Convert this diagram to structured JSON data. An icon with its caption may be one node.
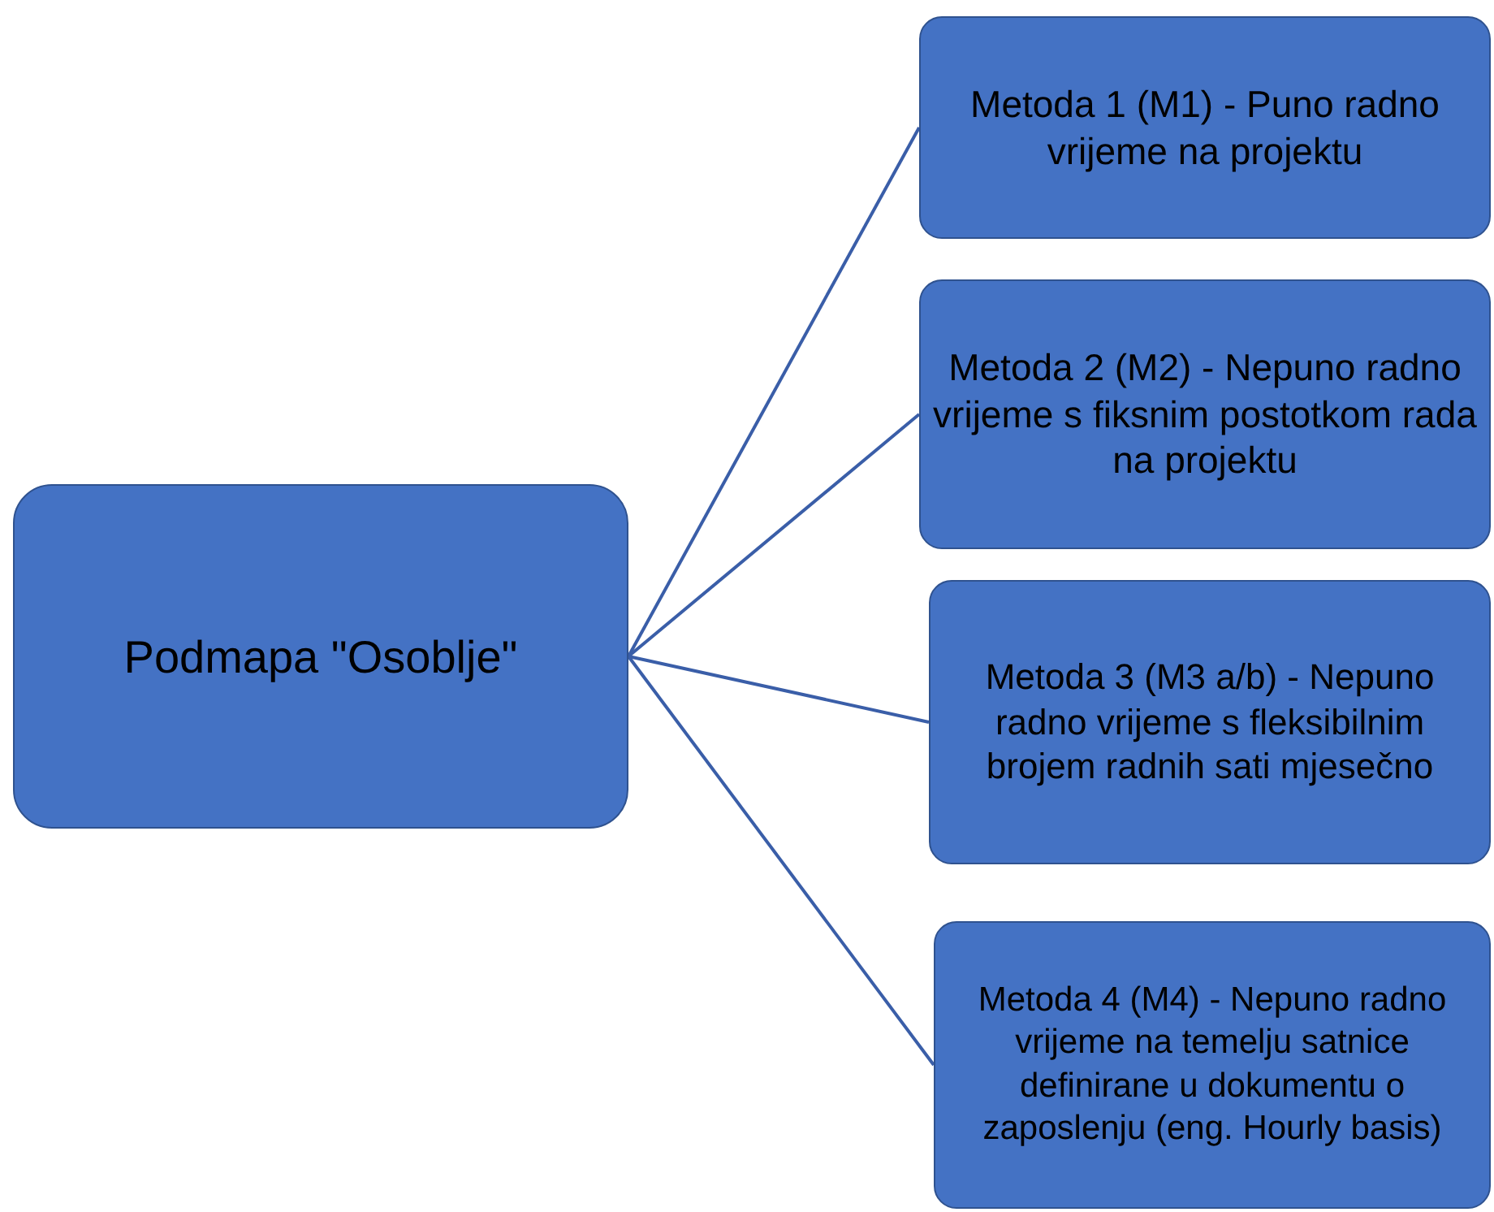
{
  "diagram": {
    "nodes": [
      {
        "text": [
          "Podmapa \"Osoblje\""
        ]
      },
      {
        "text": [
          "Metoda 1 (M1) - Puno radno vrijeme na projektu"
        ]
      },
      {
        "text": [
          "Metoda 2 (M2) - Nepuno radno vrijeme s fiksnim postotkom rada na projektu"
        ]
      },
      {
        "text": [
          "Metoda 3 (M3 a/b) - Nepuno radno vrijeme s fleksibilnim brojem radnih sati mjesečno"
        ]
      },
      {
        "text": [
          "Metoda 4 (M4) - Nepuno radno vrijeme na temelju satnice definirane u dokumentu o zaposlenju (eng. Hourly basis)"
        ]
      }
    ],
    "edges": [
      {
        "from": 0,
        "to": 1,
        "arrow": "none"
      },
      {
        "from": 0,
        "to": 2,
        "arrow": "none"
      },
      {
        "from": 0,
        "to": 3,
        "arrow": "none"
      },
      {
        "from": 0,
        "to": 4,
        "arrow": "none"
      }
    ]
  }
}
